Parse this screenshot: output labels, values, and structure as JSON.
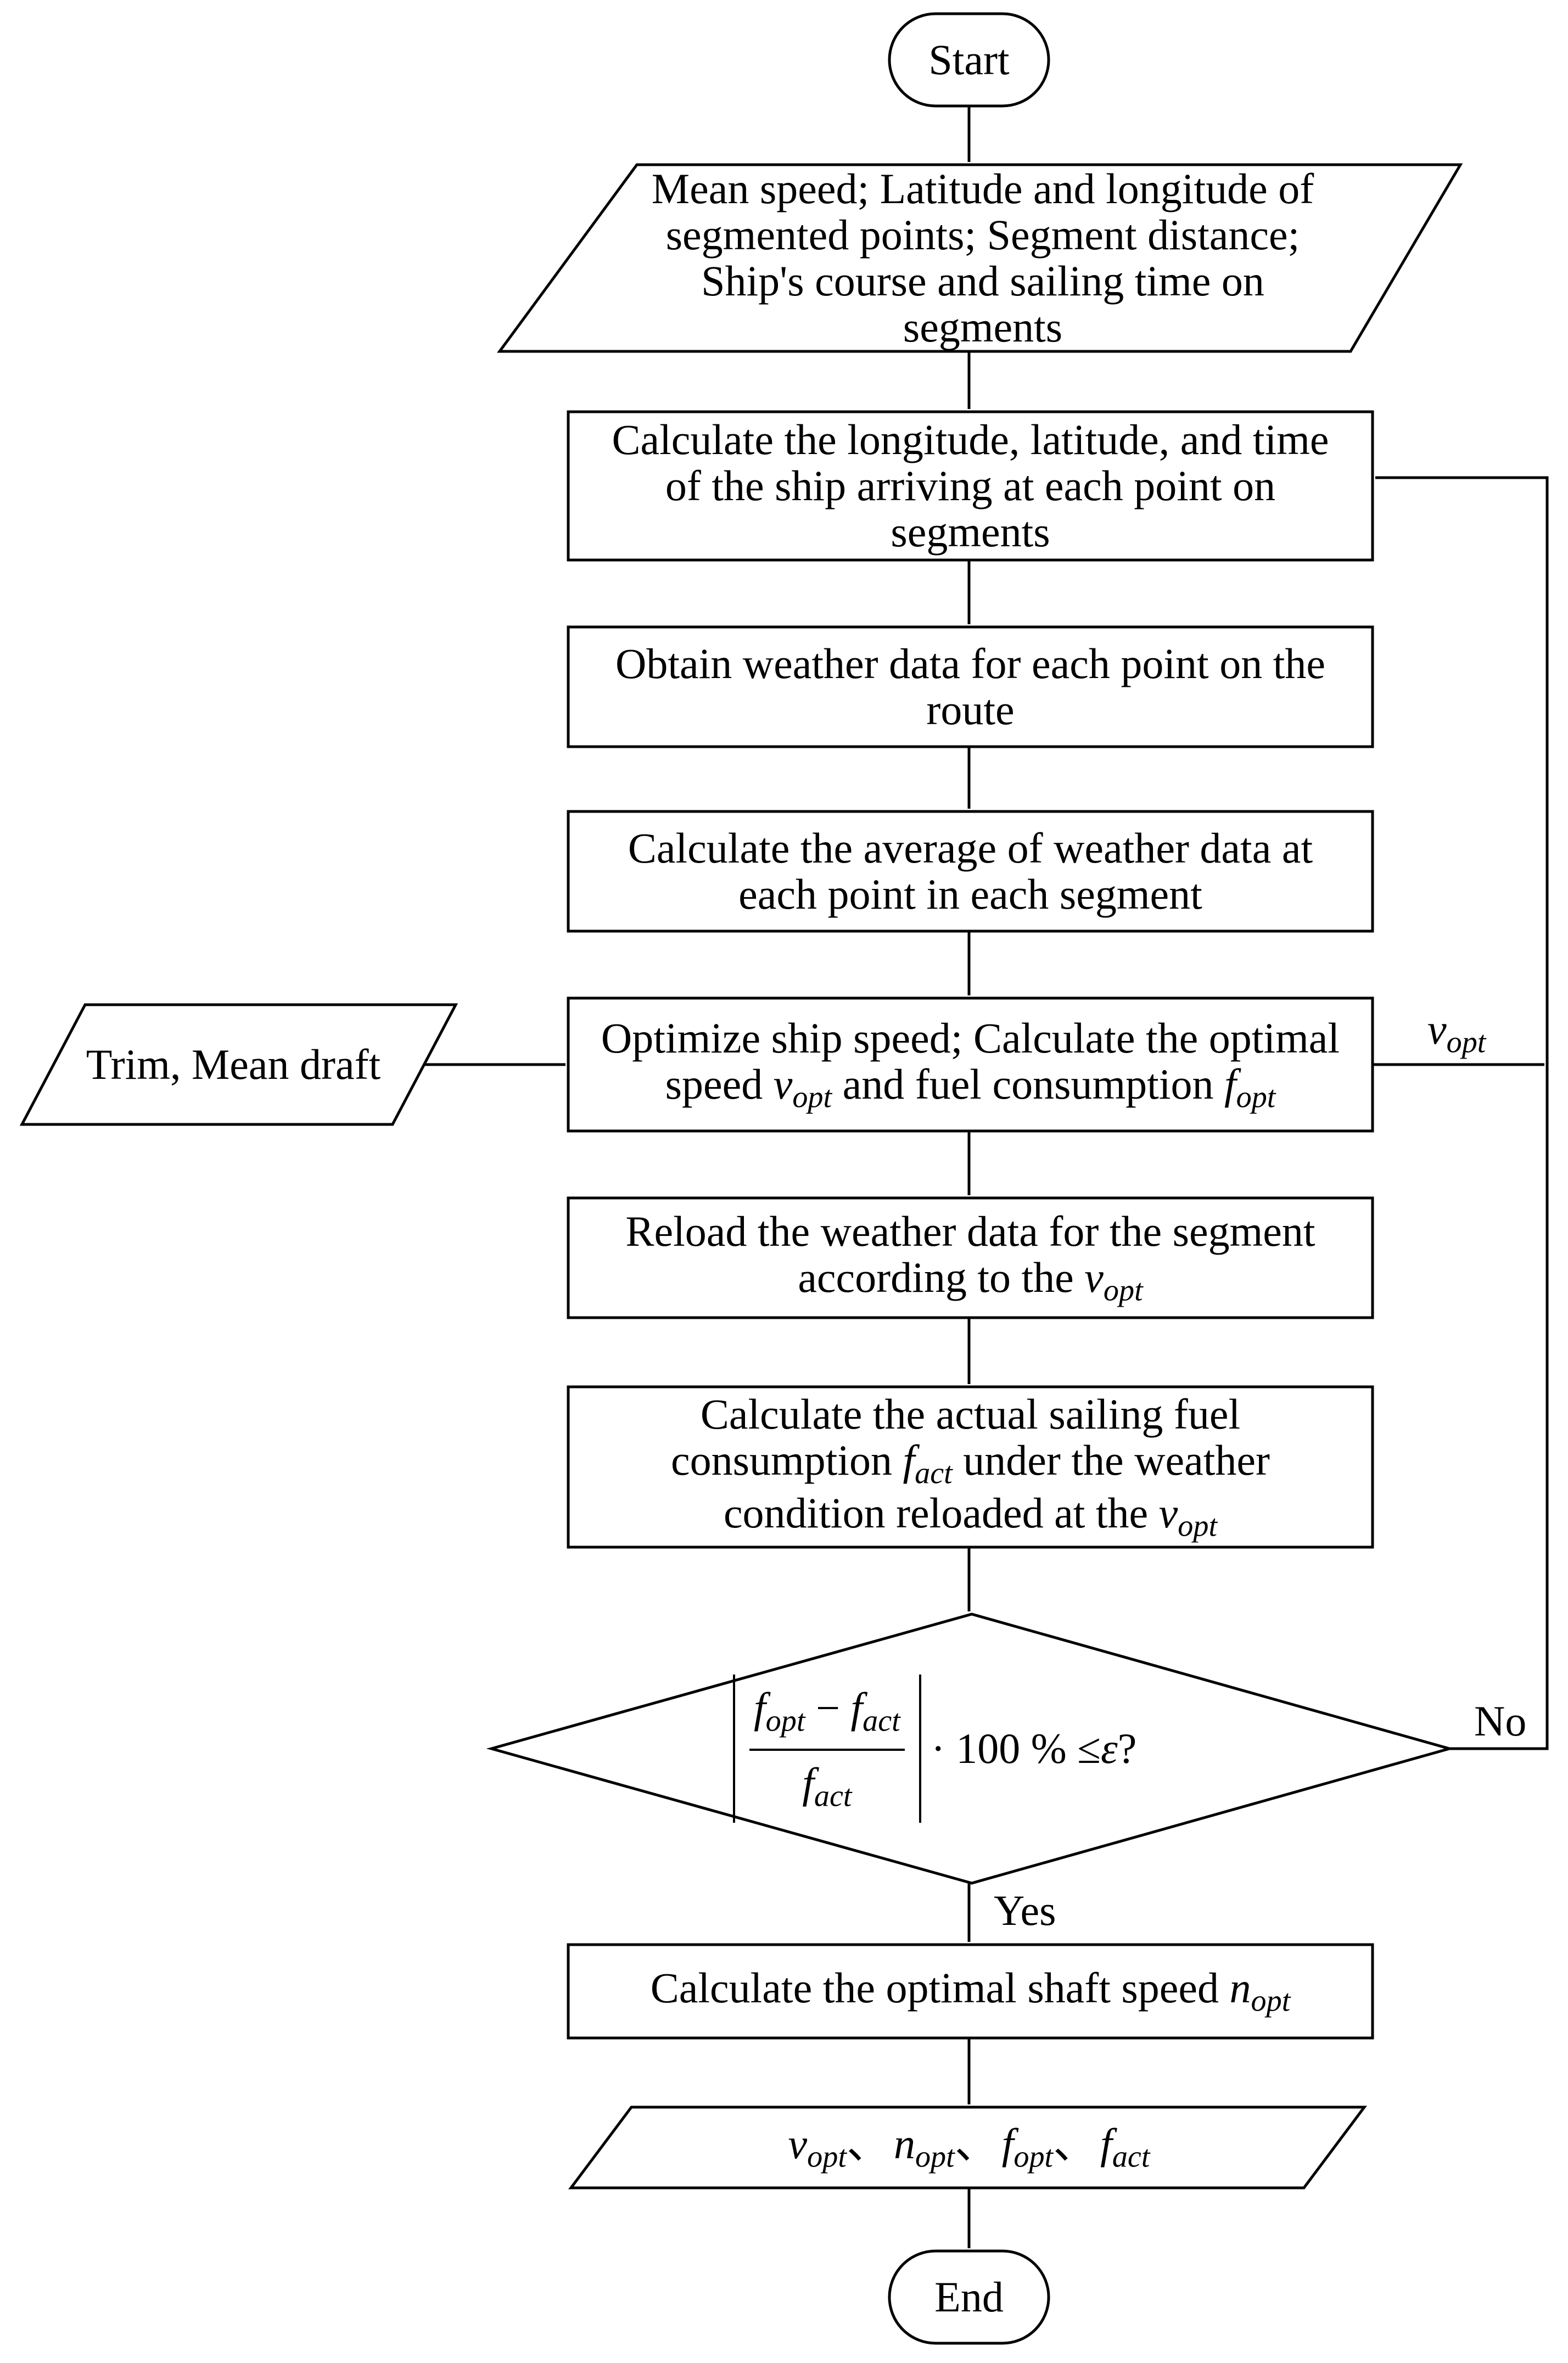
{
  "nodes": {
    "start": {
      "text": "Start"
    },
    "input": {
      "lines": [
        "Mean speed; Latitude and longitude of",
        "segmented points; Segment distance;",
        "Ship's course and sailing time on",
        "segments"
      ]
    },
    "calc_points": {
      "lines": [
        "Calculate the longitude, latitude, and time",
        "of the ship arriving at each point on",
        "segments"
      ]
    },
    "weather": {
      "lines": [
        "Obtain weather data for each point on the",
        "route"
      ]
    },
    "average": {
      "lines": [
        "Calculate the average of weather data at",
        "each point in each segment"
      ]
    },
    "trim": {
      "text": "Trim, Mean draft"
    },
    "optimize": {
      "line1": "Optimize ship speed; Calculate the optimal",
      "line2_a": "speed ",
      "line2_v": "v",
      "line2_v_sub": "opt",
      "line2_b": " and fuel consumption ",
      "line2_f": "f",
      "line2_f_sub": "opt"
    },
    "reload": {
      "line1": "Reload the weather data for the segment",
      "line2_a": "according to the ",
      "line2_v": "v",
      "line2_v_sub": "opt"
    },
    "actual": {
      "line1": "Calculate the actual sailing fuel",
      "line2_a": "consumption ",
      "line2_f": "f",
      "line2_f_sub": "act",
      "line2_b": " under the weather",
      "line3_a": "condition reloaded at the ",
      "line3_v": "v",
      "line3_v_sub": "opt"
    },
    "decision": {
      "num_f1": "f",
      "num_f1_sub": "opt",
      "num_minus": " − ",
      "num_f2": "f",
      "num_f2_sub": "act",
      "den_f": "f",
      "den_f_sub": "act",
      "rest": "· 100 %  ≤ ",
      "eps": "ε",
      "q": " ?"
    },
    "shaft": {
      "text_a": "Calculate the optimal shaft speed ",
      "n": "n",
      "n_sub": "opt"
    },
    "output": {
      "items": [
        {
          "sym": "v",
          "sub": "opt",
          "sep": "、"
        },
        {
          "sym": "n",
          "sub": "opt",
          "sep": "、"
        },
        {
          "sym": "f",
          "sub": "opt",
          "sep": "、"
        },
        {
          "sym": "f",
          "sub": "act",
          "sep": ""
        }
      ]
    },
    "end": {
      "text": "End"
    }
  },
  "edge_labels": {
    "vopt_sym": "v",
    "vopt_sub": "opt",
    "no": "No",
    "yes": "Yes"
  }
}
